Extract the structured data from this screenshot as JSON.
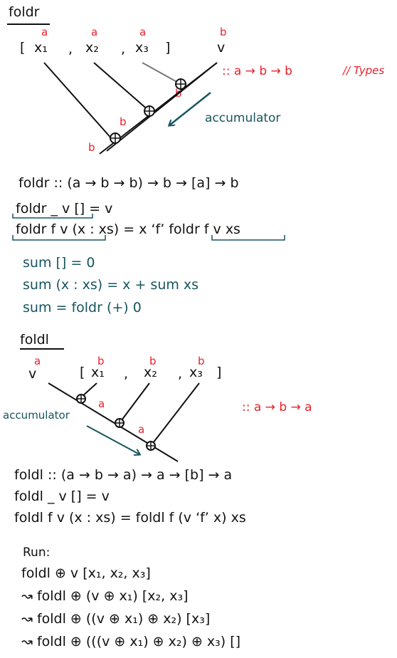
{
  "foldr": {
    "title": "foldr",
    "list_open": "[",
    "list_close": "]",
    "elements": [
      "x₁",
      "x₂",
      "x₃"
    ],
    "sep": ",",
    "init": "v",
    "type_a": "a",
    "type_b": "b",
    "type_note": ":: a → b → b",
    "types_label": "// Types",
    "acc_label": "accumulator",
    "signature": "foldr :: (a → b → b) → b → [a] → b",
    "def1": "foldr _ v [] = v",
    "def2": "foldr f v (x : xs) = x ‘f’ foldr f v xs",
    "sum1": "sum [] = 0",
    "sum2": "sum (x : xs) = x + sum xs",
    "sum3": "sum = foldr (+) 0"
  },
  "foldl": {
    "title": "foldl",
    "init": "v",
    "list_open": "[",
    "list_close": "]",
    "elements": [
      "x₁",
      "x₂",
      "x₃"
    ],
    "sep": ",",
    "type_a": "a",
    "type_b": "b",
    "type_note": ":: a → b → a",
    "acc_label": "accumulator",
    "signature": "foldl :: (a → b → a) → a → [b] → a",
    "def1": "foldl _ v [] = v",
    "def2": "foldl f v (x : xs) = foldl f (v ‘f’ x) xs",
    "run_label": "Run:",
    "run0": "foldl ⊕ v [x₁, x₂, x₃]",
    "run1": "↝ foldl ⊕ (v ⊕ x₁) [x₂, x₃]",
    "run2": "↝ foldl ⊕ ((v ⊕ x₁) ⊕ x₂) [x₃]",
    "run3": "↝ foldl ⊕ (((v ⊕ x₁) ⊕ x₂) ⊕ x₃) []"
  },
  "colors": {
    "ink": "#111111",
    "type_red": "#e8202a",
    "teal": "#17555e"
  }
}
